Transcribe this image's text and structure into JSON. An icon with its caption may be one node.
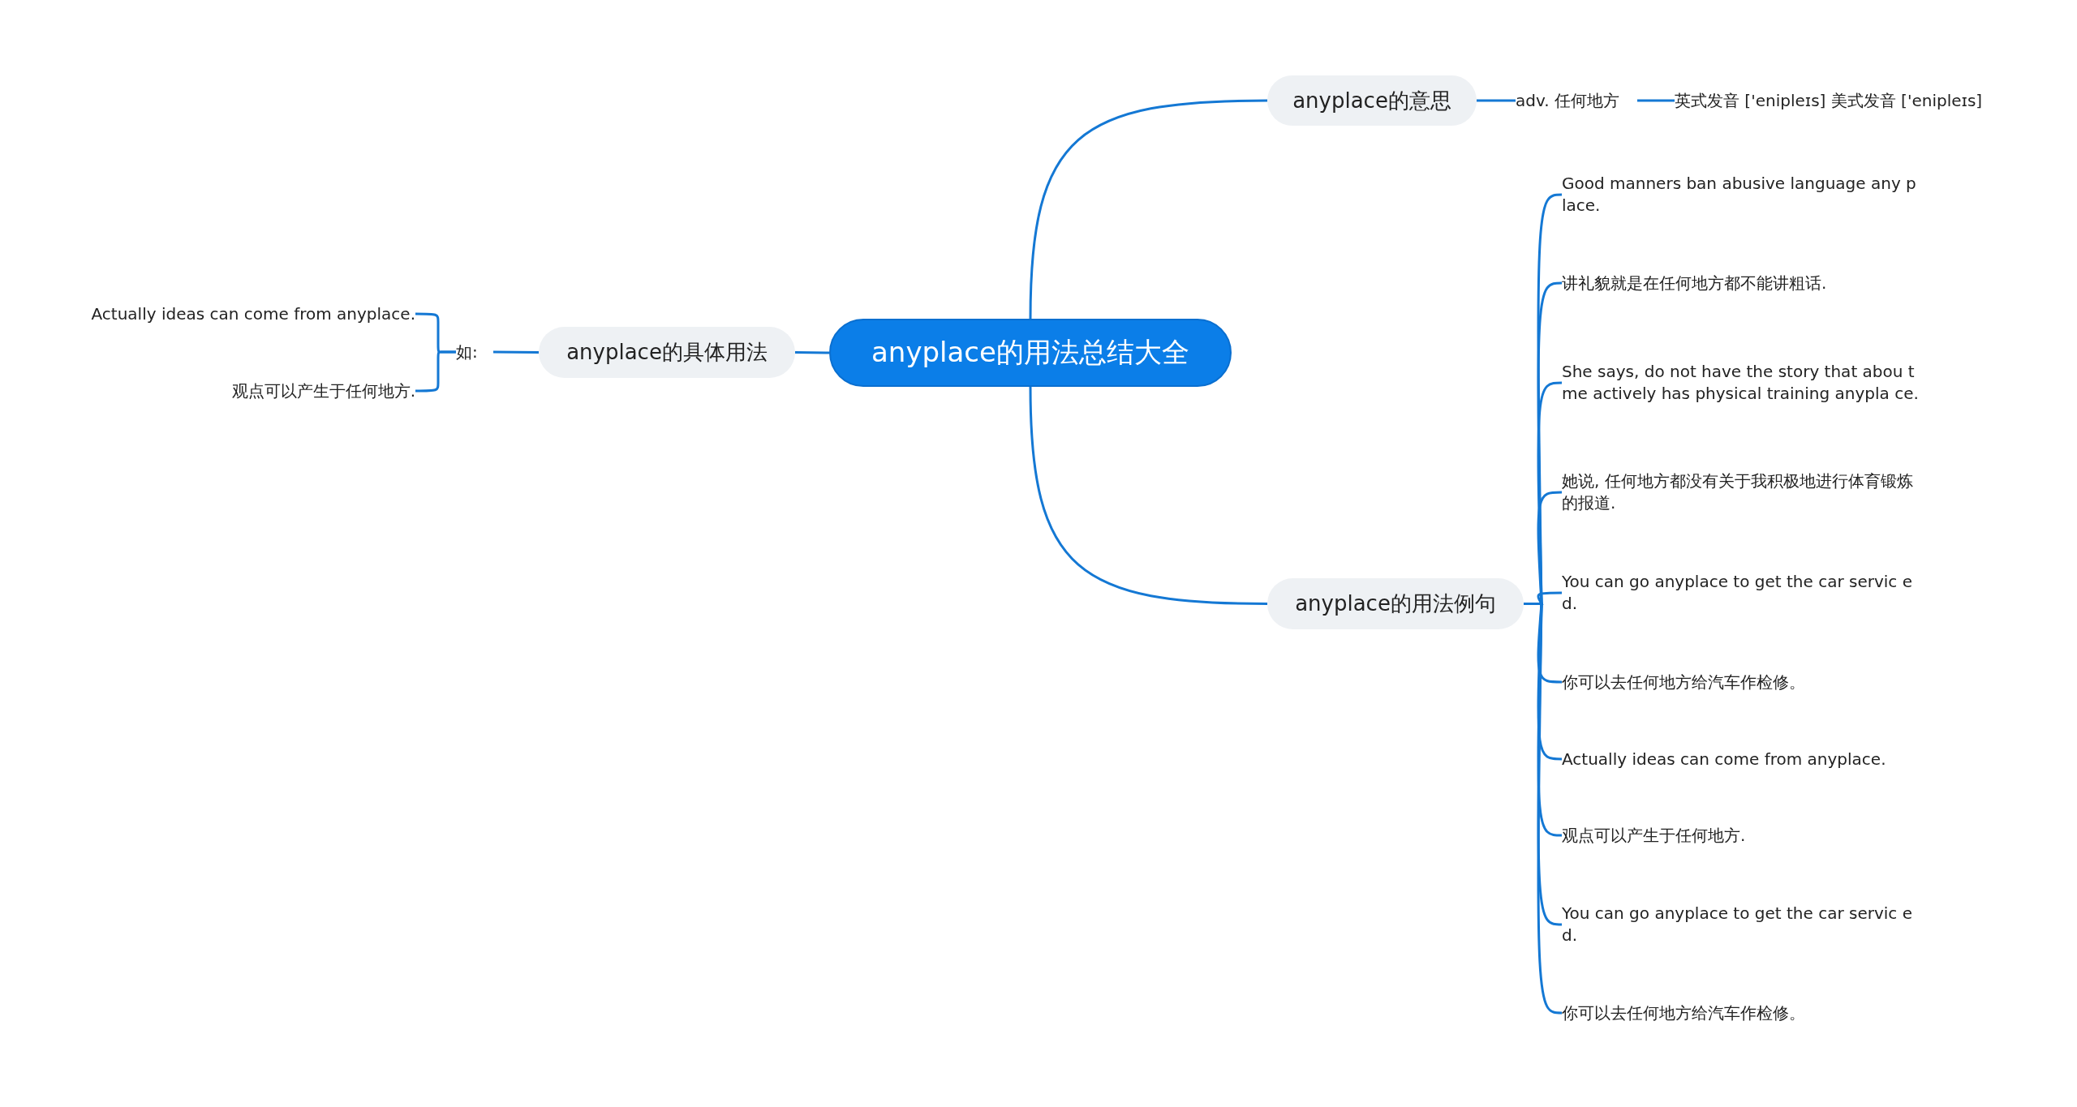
{
  "diagram": {
    "nodes": [
      {
        "text": [
          "anyplace的用法总结大全"
        ]
      },
      {
        "text": [
          "anyplace的意思"
        ]
      },
      {
        "text": [
          "adv. 任何地方"
        ]
      },
      {
        "text": [
          "英式发音 ['enipleɪs] 美式发音 ['enipleɪs]"
        ]
      },
      {
        "text": [
          "anyplace的用法例句"
        ]
      },
      {
        "text": [
          "Good manners ban abusive language any place."
        ]
      },
      {
        "text": [
          "讲礼貌就是在任何地方都不能讲粗话."
        ]
      },
      {
        "text": [
          "She says, do not have the story that abou t me actively has physical training anypla ce."
        ]
      },
      {
        "text": [
          "她说, 任何地方都没有关于我积极地进行体育锻炼的报道."
        ]
      },
      {
        "text": [
          "You can go anyplace to get the car servic ed."
        ]
      },
      {
        "text": [
          "你可以去任何地方给汽车作检修。"
        ]
      },
      {
        "text": [
          "Actually ideas can come from anyplace."
        ]
      },
      {
        "text": [
          "观点可以产生于任何地方."
        ]
      },
      {
        "text": [
          "You can go anyplace to get the car servic ed."
        ]
      },
      {
        "text": [
          "你可以去任何地方给汽车作检修。"
        ]
      },
      {
        "text": [
          "anyplace的具体用法"
        ]
      },
      {
        "text": [
          "如:"
        ]
      },
      {
        "text": [
          "Actually ideas can come from anyplace."
        ]
      },
      {
        "text": [
          "观点可以产生于任何地方."
        ]
      }
    ],
    "edges": [
      {
        "from": 0,
        "to": 1,
        "arrow": "none"
      },
      {
        "from": 1,
        "to": 2,
        "arrow": "none"
      },
      {
        "from": 2,
        "to": 3,
        "arrow": "none"
      },
      {
        "from": 0,
        "to": 4,
        "arrow": "none"
      },
      {
        "from": 4,
        "to": 5,
        "arrow": "none"
      },
      {
        "from": 4,
        "to": 6,
        "arrow": "none"
      },
      {
        "from": 4,
        "to": 7,
        "arrow": "none"
      },
      {
        "from": 4,
        "to": 8,
        "arrow": "none"
      },
      {
        "from": 4,
        "to": 9,
        "arrow": "none"
      },
      {
        "from": 4,
        "to": 10,
        "arrow": "none"
      },
      {
        "from": 4,
        "to": 11,
        "arrow": "none"
      },
      {
        "from": 4,
        "to": 12,
        "arrow": "none"
      },
      {
        "from": 4,
        "to": 13,
        "arrow": "none"
      },
      {
        "from": 4,
        "to": 14,
        "arrow": "none"
      },
      {
        "from": 0,
        "to": 15,
        "arrow": "none"
      },
      {
        "from": 15,
        "to": 16,
        "arrow": "none"
      },
      {
        "from": 16,
        "to": 17,
        "arrow": "none"
      },
      {
        "from": 16,
        "to": 18,
        "arrow": "none"
      }
    ]
  }
}
